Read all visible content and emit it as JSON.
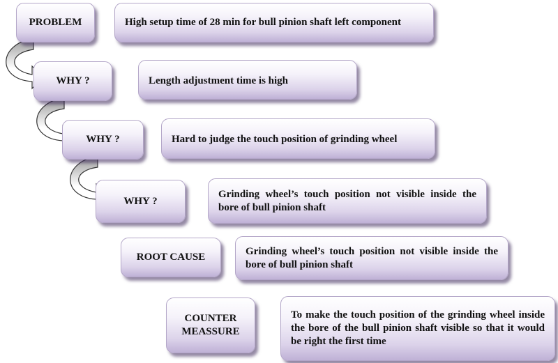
{
  "steps": [
    {
      "label": "PROBLEM",
      "text": "High setup time of 28 min for bull pinion shaft left component"
    },
    {
      "label": "WHY ?",
      "text": "Length adjustment time is high"
    },
    {
      "label": "WHY ?",
      "text": "Hard to judge the touch position of grinding wheel"
    },
    {
      "label": "WHY ?",
      "text": "Grinding wheel’s touch position not visible inside the bore of bull pinion shaft"
    },
    {
      "label": "ROOT CAUSE",
      "text": "Grinding wheel’s touch position not visible inside the bore of bull pinion shaft"
    },
    {
      "label": "COUNTER MEASSURE",
      "text": "To make the touch position of the grinding wheel inside the bore of the bull pinion shaft visible so that it would be right the first time"
    }
  ],
  "colors": {
    "box_border": "#b3a6c8",
    "box_fill_light": "#ffffff",
    "box_fill_dark": "#bfb1d6",
    "text": "#111111",
    "arrow_fill_light": "#ffffff",
    "arrow_fill_dark": "#8c8c8c",
    "arrow_stroke": "#333333"
  }
}
